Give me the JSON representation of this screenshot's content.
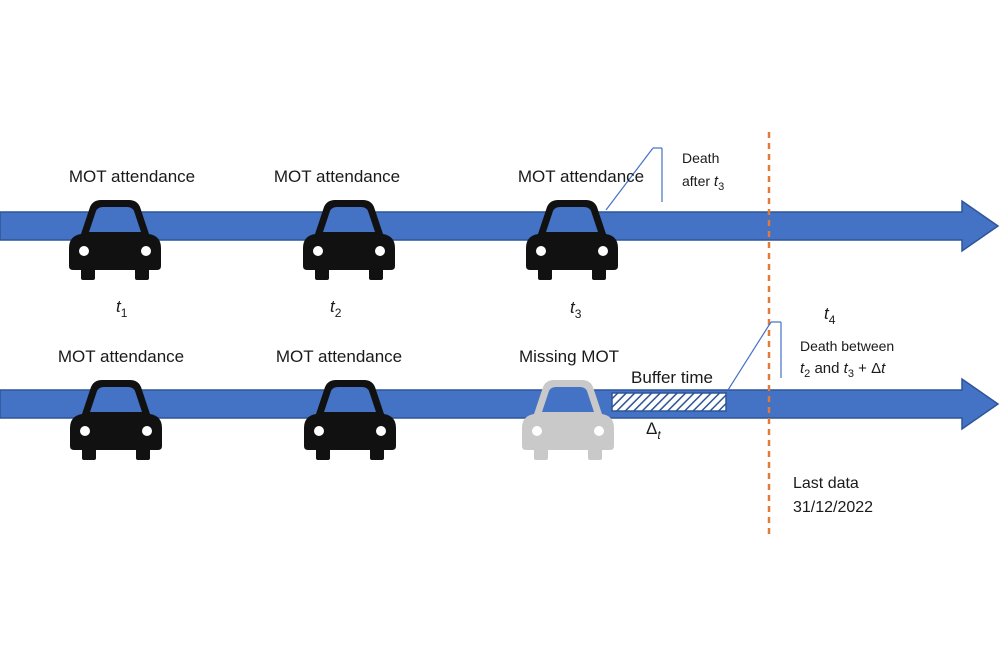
{
  "timeline_top": {
    "labels": [
      "MOT attendance",
      "MOT attendance",
      "MOT attendance"
    ],
    "cars": [
      "car-icon",
      "car-icon",
      "car-icon"
    ],
    "callout_line1": "Death",
    "callout_line2_prefix": "after ",
    "callout_var": "t",
    "callout_sub": "3"
  },
  "time_points": {
    "var": "t",
    "subs": [
      "1",
      "2",
      "3",
      "4"
    ]
  },
  "timeline_bottom": {
    "labels": [
      "MOT attendance",
      "MOT attendance",
      "Missing MOT"
    ],
    "cars": [
      "car-icon",
      "car-icon",
      "car-missing-icon"
    ],
    "buffer_label": "Buffer time",
    "delta_symbol": "Δ",
    "delta_sub": "t",
    "callout_line1": "Death between",
    "callout_var_a": "t",
    "callout_sub_a": "2",
    "callout_and": " and ",
    "callout_var_b": "t",
    "callout_sub_b": "3",
    "callout_tail": " + Δ",
    "callout_tail_var": "t"
  },
  "cutoff": {
    "line1": "Last data",
    "line2": "31/12/2022"
  },
  "colors": {
    "arrow": "#4472C4",
    "arrow_edge": "#2F5597",
    "car": "#111111",
    "car_missing": "#c9c9c9",
    "window": "#4472C4",
    "cutoff": "#E07B39",
    "callout": "#4472C4"
  }
}
